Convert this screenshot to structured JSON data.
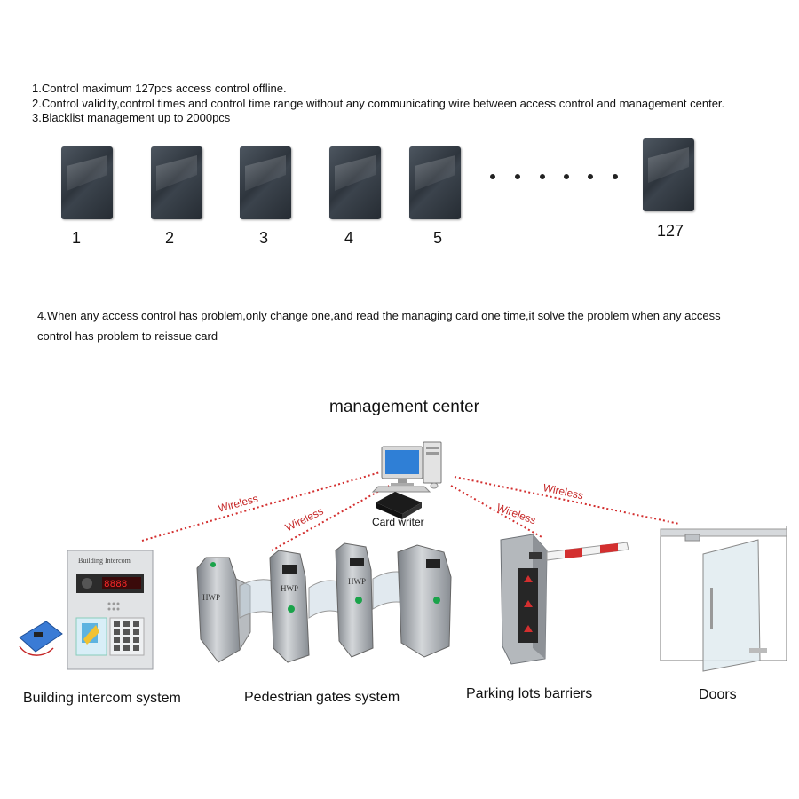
{
  "features": [
    "1.Control maximum 127pcs access control offline.",
    "2.Control validity,control times and control time range without any communicating wire between access control and management center.",
    "3.Blacklist management up to 2000pcs"
  ],
  "cards": [
    "1",
    "2",
    "3",
    "4",
    "5"
  ],
  "last_card": "127",
  "feature4_line1": "4.When any access control has problem,only change one,and read the managing card one time,it solve the problem when any access",
  "feature4_line2": "control has problem to reissue card",
  "center_title": "management center",
  "card_writer": "Card writer",
  "wireless_label": "Wireless",
  "intercom_panel_label": "Building Intercom",
  "gate_brand": "HWP",
  "captions": {
    "intercom": "Building intercom system",
    "gates": "Pedestrian gates system",
    "parking": "Parking lots barriers",
    "doors": "Doors"
  },
  "colors": {
    "wireless": "#c62828",
    "card": "#353c44"
  }
}
